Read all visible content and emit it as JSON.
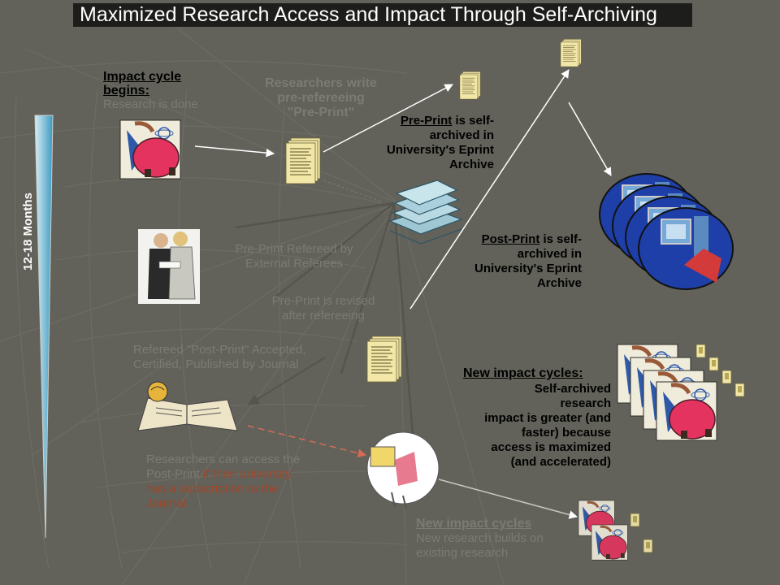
{
  "title": "Maximized Research Access and Impact Through Self-Archiving",
  "timeline": {
    "label": "12-18 Months"
  },
  "impact_begins": {
    "heading": "Impact cycle begins",
    "colon": ":",
    "subtext": "Research is done"
  },
  "researchers_write": {
    "line1": "Researchers write",
    "line2": "pre-refereeing",
    "line3": "\"Pre-Print\""
  },
  "preprint_archived": {
    "term": "Pre-Print",
    "line1": " is self-",
    "line2": "archived in",
    "line3": "University's Eprint",
    "line4": "Archive"
  },
  "postprint_archived": {
    "term": "Post-Print",
    "line1": " is self-",
    "line2": "archived in",
    "line3": "University's Eprint",
    "line4": "Archive"
  },
  "refereeing": {
    "line1": "Pre-Print Refereed by",
    "line2": "External Referees"
  },
  "revised": {
    "line1": "Pre-Print is revised",
    "line2": "after refereeing"
  },
  "refereed_postprint": {
    "line1": "Refereed \"Post-Print\" Accepted,",
    "line2": "Certified, Published by Journal"
  },
  "access_note": {
    "line1": "Researchers can access the",
    "line2a": "Post-Print ",
    "line2b": "if their university",
    "line3": "has a subscription to the",
    "line4": "Journal"
  },
  "new_cycles": {
    "heading": "New impact cycles:",
    "line1": "Self-archived",
    "line2": "research",
    "line3": "impact is greater (and",
    "line4": "faster) because",
    "line5": "access is maximized",
    "line6": "(and accelerated)"
  },
  "new_cycles_faint": {
    "heading": "New impact cycles",
    "line1": "New research builds on",
    "line2": "existing research"
  },
  "colors": {
    "background": "#62625a",
    "title_bar": "#1d1d1b",
    "paper": "#f3e7a8",
    "faint_text": "#7b7b73",
    "accent_red": "#a0462a",
    "pink": "#e3335e"
  },
  "icons": [
    "scientist-icon",
    "document-icon",
    "books-icon",
    "consulting-people-icon",
    "open-book-icon",
    "reader-icon",
    "computer-users-icon"
  ]
}
